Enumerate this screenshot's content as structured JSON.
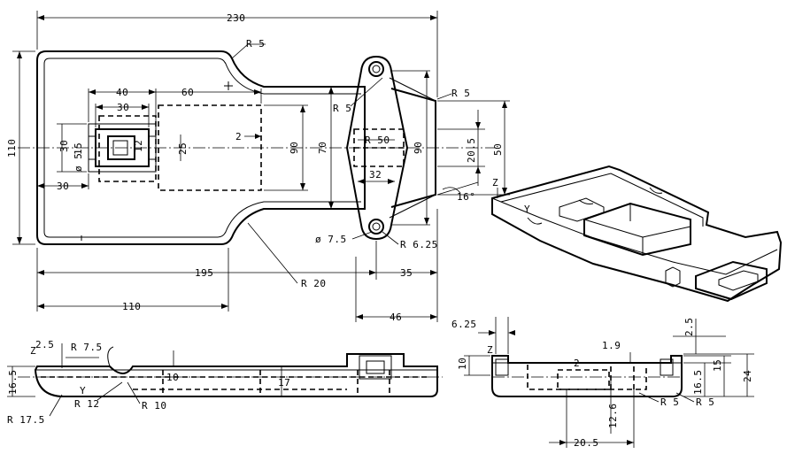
{
  "top_view": {
    "overall_length": "230",
    "overall_width": "110",
    "handle_width": "70",
    "pocket_width": "90",
    "pocket_length": "60",
    "inner_width": "40",
    "inner_length": "30",
    "edge_offset": "30",
    "slot_height": "30",
    "slot_inner": "15",
    "slot_small": "12",
    "slot_mid": "25",
    "slot_diameter": "ø 5",
    "gap": "2",
    "head_width": "90",
    "head_length": "32",
    "head_radius": "R 50",
    "corner_radius_top": "R 5",
    "corner_radius_head": "R 5",
    "lug_radius": "R 5",
    "right_offset": "50",
    "right_inner": "20.5",
    "angle": "16°",
    "bore_diameter": "ø 7.5",
    "bore_radius": "R 6.25",
    "neck_radius": "R 20",
    "length_195": "195",
    "length_35": "35",
    "length_110": "110",
    "length_46": "46"
  },
  "side_view": {
    "z_height": "2.5",
    "axis_z": "Z",
    "radius_a": "R 7.5",
    "thickness": "16.5",
    "depth_a": "10",
    "depth_b": "17",
    "radius_b": "R 12",
    "radius_c": "R 10",
    "radius_d": "R 17.5",
    "axis_y": "Y"
  },
  "end_view": {
    "left_offset": "6.25",
    "axis_z": "Z",
    "lip_height": "10",
    "rib_width": "2",
    "small_gap": "1.9",
    "top_step": "2.5",
    "height_15": "15",
    "height_24": "24",
    "height_16_5": "16.5",
    "radius_a": "R 5",
    "radius_b": "R 5",
    "depth": "12.6",
    "width": "20.5"
  },
  "iso_view": {
    "axis_z": "Z",
    "axis_y": "Y"
  }
}
